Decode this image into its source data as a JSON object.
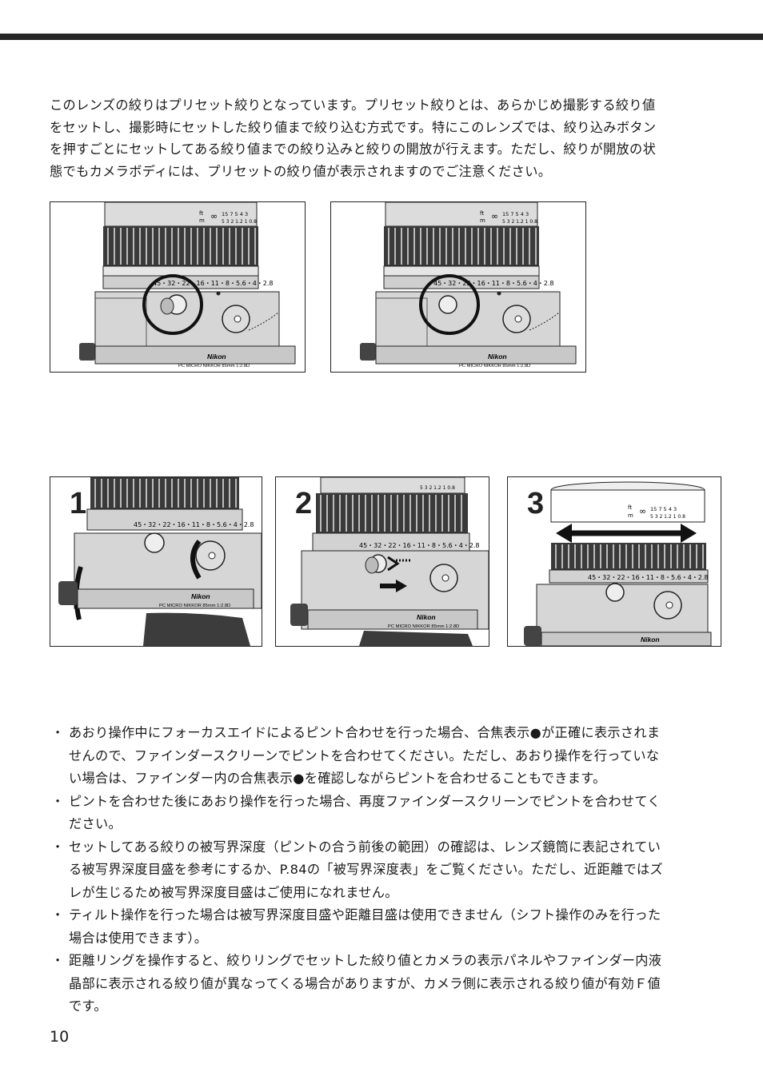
{
  "intro": {
    "lines": [
      "このレンズの絞りはプリセット絞りとなっています。プリセット絞りとは、あらかじめ撮影する絞り値",
      "をセットし、撮影時にセットした絞り値まで絞り込む方式です。特にこのレンズでは、絞り込みボタン",
      "を押すごとにセットしてある絞り値までの絞り込みと絞りの開放が行えます。ただし、絞りが開放の状",
      "態でもカメラボディには、プリセットの絞り値が表示されますのでご注意ください。"
    ]
  },
  "lens_labels": {
    "brand": "Nikon",
    "model": "PC MICRO NIKKOR 85mm 1:2.8D",
    "aperture_scale": "45・32・22・16・11・8・5.6・4・2.8",
    "ft": "ft",
    "m": "m",
    "infinity": "∞",
    "distance_top": "15 7 5 4  3",
    "distance_bottom": "5  3  2  1.2  1  0.8"
  },
  "steps": {
    "one": "1",
    "two": "2",
    "three": "3"
  },
  "notes": [
    {
      "bullet": "・",
      "lines": [
        "あおり操作中にフォーカスエイドによるピント合わせを行った場合、合焦表示●が正確に表示されま",
        "せんので、ファインダースクリーンでピントを合わせてください。ただし、あおり操作を行っていな",
        "い場合は、ファインダー内の合焦表示●を確認しながらピントを合わせることもできます。"
      ]
    },
    {
      "bullet": "・",
      "lines": [
        "ピントを合わせた後にあおり操作を行った場合、再度ファインダースクリーンでピントを合わせてく",
        "ださい。"
      ]
    },
    {
      "bullet": "・",
      "lines": [
        "セットしてある絞りの被写界深度（ピントの合う前後の範囲）の確認は、レンズ鏡筒に表記されてい",
        "る被写界深度目盛を参考にするか、P.84の「被写界深度表」をご覧ください。ただし、近距離ではズ",
        "レが生じるため被写界深度目盛はご使用になれません。"
      ]
    },
    {
      "bullet": "・",
      "lines": [
        "ティルト操作を行った場合は被写界深度目盛や距離目盛は使用できません（シフト操作のみを行った",
        "場合は使用できます）。"
      ]
    },
    {
      "bullet": "・",
      "lines": [
        "距離リングを操作すると、絞りリングでセットした絞り値とカメラの表示パネルやファインダー内液",
        "晶部に表示される絞り値が異なってくる場合がありますが、カメラ側に表示される絞り値が有効Ｆ値",
        "です。"
      ]
    }
  ],
  "page_number": "10"
}
